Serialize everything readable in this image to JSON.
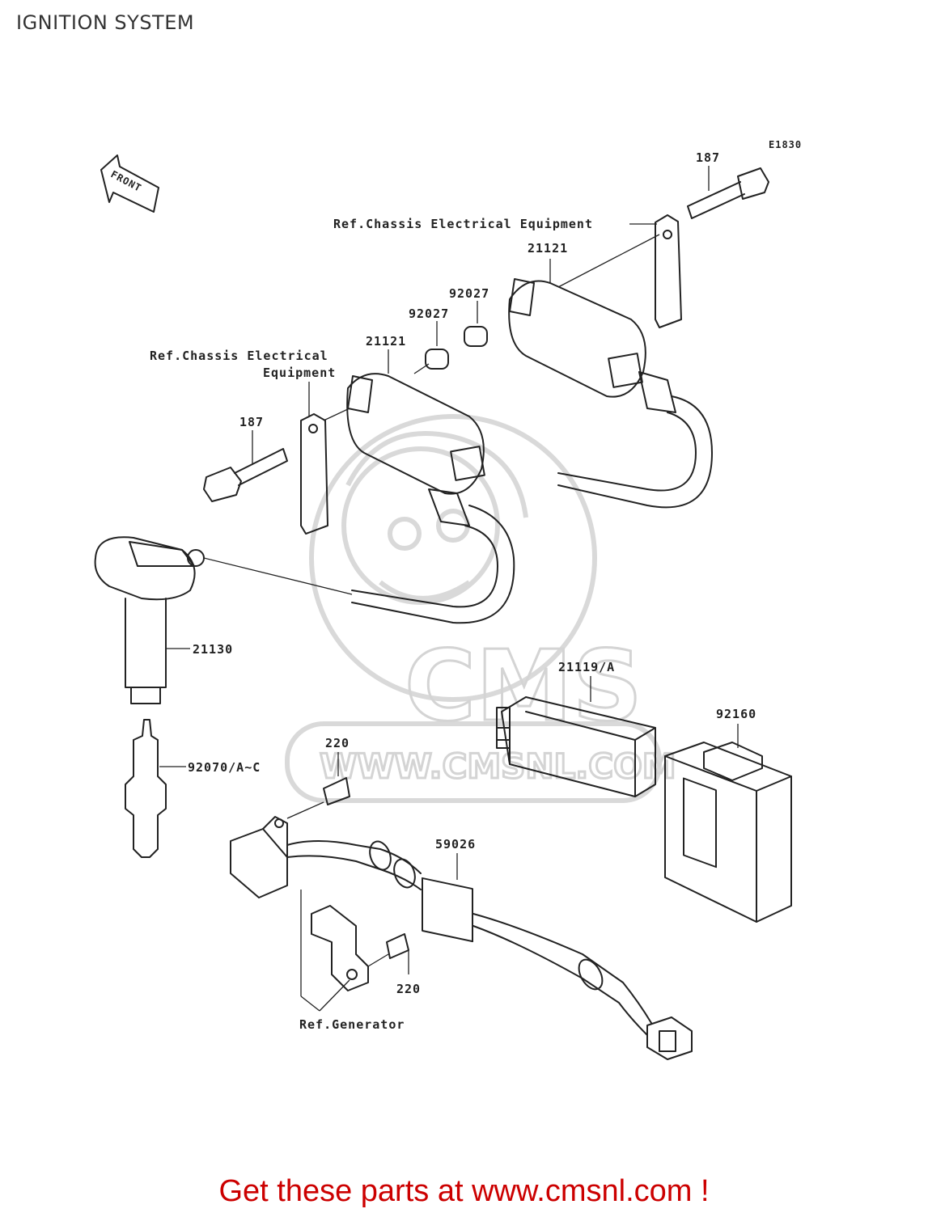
{
  "title": "IGNITION SYSTEM",
  "diagram_code": "E1830",
  "front_marker": "FRONT",
  "watermark": {
    "logo_text": "CMS",
    "url_text": "WWW.CMSNL.COM"
  },
  "callouts": {
    "bolt_top": "187",
    "ref_chassis_top": "Ref.Chassis Electrical Equipment",
    "coil_top": "21121",
    "collar_top": "92027",
    "collar_left": "92027",
    "coil_left": "21121",
    "ref_chassis_left_1": "Ref.Chassis Electrical",
    "ref_chassis_left_2": "Equipment",
    "bolt_left": "187",
    "plug_cap": "21130",
    "spark_plug": "92070/A~C",
    "igniter": "21119/A",
    "case": "92160",
    "screw_top": "220",
    "connector": "59026",
    "screw_bottom": "220",
    "ref_generator": "Ref.Generator"
  },
  "footer": {
    "link_text": "Get these parts at www.cmsnl.com !",
    "color": "#cc0000"
  }
}
